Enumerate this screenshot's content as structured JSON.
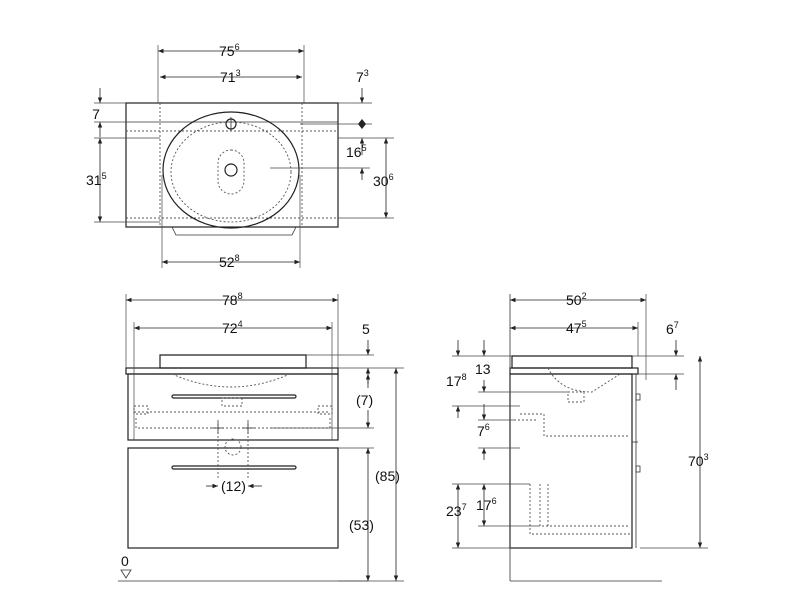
{
  "top_view": {
    "dim_756": {
      "main": "75",
      "sup": "6"
    },
    "dim_713": {
      "main": "71",
      "sup": "3"
    },
    "dim_73": {
      "main": "7",
      "sup": "3"
    },
    "dim_7": {
      "main": "7",
      "sup": ""
    },
    "dim_315": {
      "main": "31",
      "sup": "5"
    },
    "dim_165": {
      "main": "16",
      "sup": "5"
    },
    "dim_306": {
      "main": "30",
      "sup": "6"
    },
    "dim_528": {
      "main": "52",
      "sup": "8"
    }
  },
  "front_view": {
    "dim_788": {
      "main": "78",
      "sup": "8"
    },
    "dim_724": {
      "main": "72",
      "sup": "4"
    },
    "dim_5": {
      "main": "5",
      "sup": ""
    },
    "dim_p7": {
      "main": "(7)",
      "sup": ""
    },
    "dim_p85": {
      "main": "(85)",
      "sup": ""
    },
    "dim_p12": {
      "main": "(12)",
      "sup": ""
    },
    "dim_p53": {
      "main": "(53)",
      "sup": ""
    },
    "dim_0": {
      "main": "0",
      "sup": ""
    }
  },
  "side_view": {
    "dim_502": {
      "main": "50",
      "sup": "2"
    },
    "dim_475": {
      "main": "47",
      "sup": "5"
    },
    "dim_67": {
      "main": "6",
      "sup": "7"
    },
    "dim_13": {
      "main": "13",
      "sup": ""
    },
    "dim_178": {
      "main": "17",
      "sup": "8"
    },
    "dim_76": {
      "main": "7",
      "sup": "6"
    },
    "dim_703": {
      "main": "70",
      "sup": "3"
    },
    "dim_237": {
      "main": "23",
      "sup": "7"
    },
    "dim_176": {
      "main": "17",
      "sup": "6"
    }
  }
}
